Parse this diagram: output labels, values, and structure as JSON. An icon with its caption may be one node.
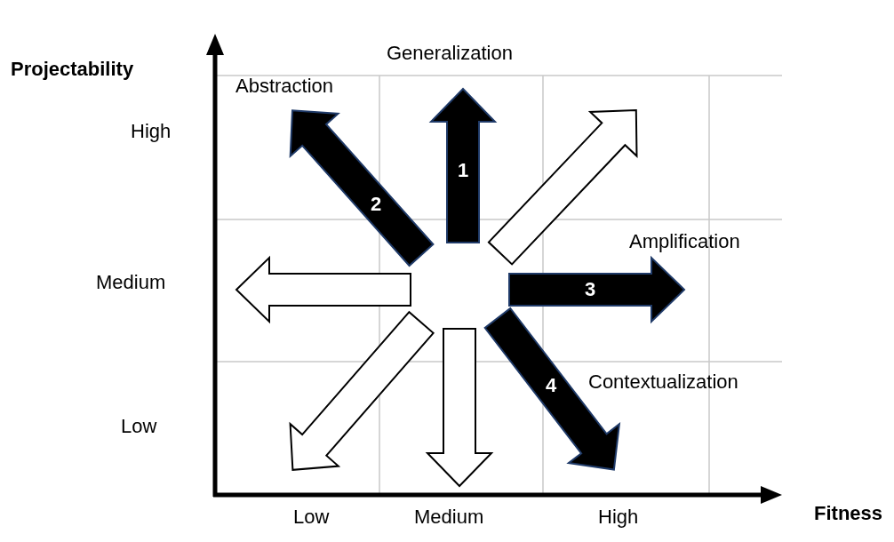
{
  "diagram": {
    "labels": [
      "Projectability",
      "Generalization",
      "Abstraction",
      "High",
      "1",
      "2",
      "Amplification",
      "Medium",
      "3",
      "4",
      "Contextualization",
      "Low",
      "Low",
      "Medium",
      "High",
      "Fitness"
    ]
  }
}
